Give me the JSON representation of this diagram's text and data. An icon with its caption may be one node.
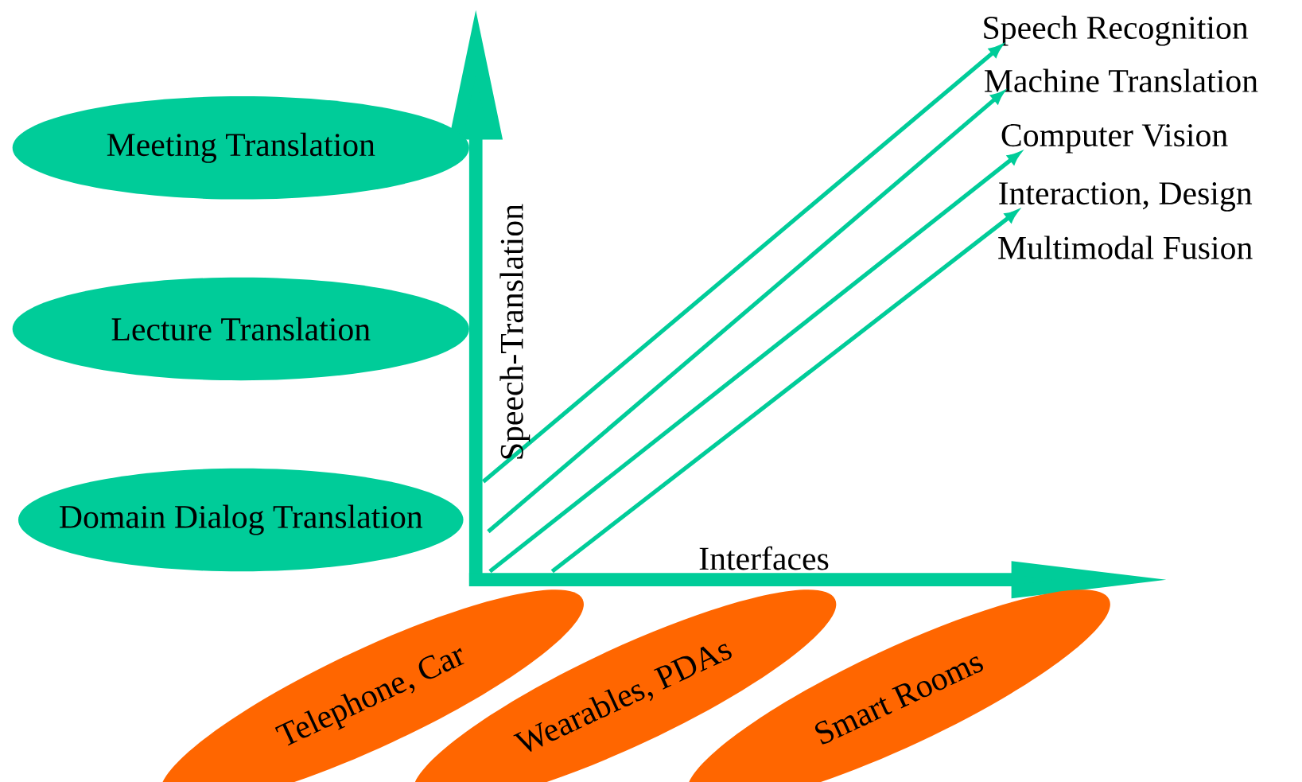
{
  "diagram": {
    "nodes": [
      {
        "text": [
          "Meeting Translation"
        ]
      },
      {
        "text": [
          "Lecture Translation"
        ]
      },
      {
        "text": [
          "Domain Dialog Translation"
        ]
      },
      {
        "text": [
          "Speech Recognition"
        ]
      },
      {
        "text": [
          "Machine Translation"
        ]
      },
      {
        "text": [
          "Computer Vision"
        ]
      },
      {
        "text": [
          "Interaction, Design"
        ]
      },
      {
        "text": [
          "Telephone, Car"
        ]
      },
      {
        "text": [
          "Wearables, PDAs"
        ]
      },
      {
        "text": [
          "Smart Rooms"
        ]
      }
    ],
    "edges": [
      {
        "from": null,
        "to": 3,
        "arrow": "to"
      },
      {
        "from": null,
        "to": 4,
        "arrow": "to"
      },
      {
        "from": null,
        "to": 5,
        "arrow": "to"
      },
      {
        "from": null,
        "to": 6,
        "arrow": "to"
      }
    ],
    "labels": [
      "Multimodal Fusion",
      "Speech-Translation",
      "Interfaces"
    ]
  }
}
